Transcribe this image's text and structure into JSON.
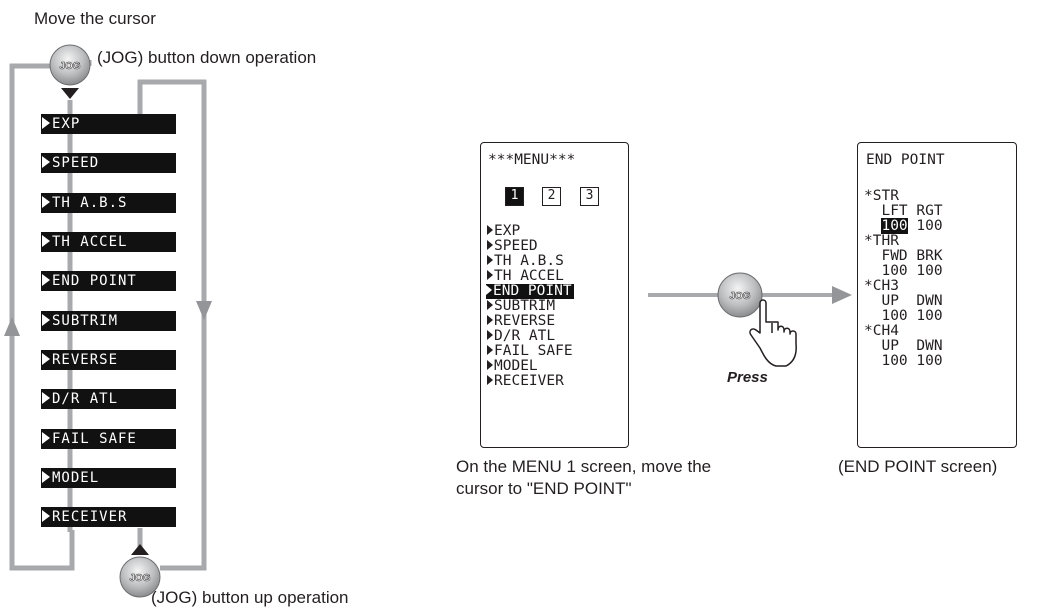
{
  "left_panel": {
    "move_cursor_label": "Move the cursor",
    "down_label": "(JOG) button down operation",
    "up_label": "(JOG) button up operation",
    "jog_label": "JOG",
    "menu_items": [
      "EXP",
      "SPEED",
      "TH A.B.S",
      "TH ACCEL",
      "END POINT",
      "SUBTRIM",
      "REVERSE",
      "D/R ATL",
      "FAIL SAFE",
      "MODEL",
      "RECEIVER"
    ]
  },
  "menu_screen": {
    "title": "***MENU***",
    "pages": [
      "1",
      "2",
      "3"
    ],
    "active_page": "1",
    "items": [
      "EXP",
      "SPEED",
      "TH A.B.S",
      "TH ACCEL",
      "END POINT",
      "SUBTRIM",
      "REVERSE",
      "D/R ATL",
      "FAIL SAFE",
      "MODEL",
      "RECEIVER"
    ],
    "selected_item": "END POINT",
    "caption_line1": "On the MENU 1 screen, move the",
    "caption_line2": "cursor to \"END POINT\""
  },
  "press": {
    "jog_label": "JOG",
    "label": "Press"
  },
  "endpoint_screen": {
    "title": "END POINT",
    "lines": [
      {
        "text": "*STR"
      },
      {
        "text": "  LFT RGT"
      },
      {
        "text": "  100 100",
        "highlight": "100"
      },
      {
        "text": "*THR"
      },
      {
        "text": "  FWD BRK"
      },
      {
        "text": "  100 100"
      },
      {
        "text": "*CH3"
      },
      {
        "text": "  UP  DWN"
      },
      {
        "text": "  100 100"
      },
      {
        "text": "*CH4"
      },
      {
        "text": "  UP  DWN"
      },
      {
        "text": "  100 100"
      }
    ],
    "caption": "(END POINT screen)"
  },
  "colors": {
    "flow_line": "#a7a9ac",
    "arrow": "#939598",
    "ink": "#231f20",
    "highlight": "#111111"
  },
  "icons": [
    "jog-button-icon",
    "pressing-hand-icon",
    "cursor-triangle-icon"
  ]
}
